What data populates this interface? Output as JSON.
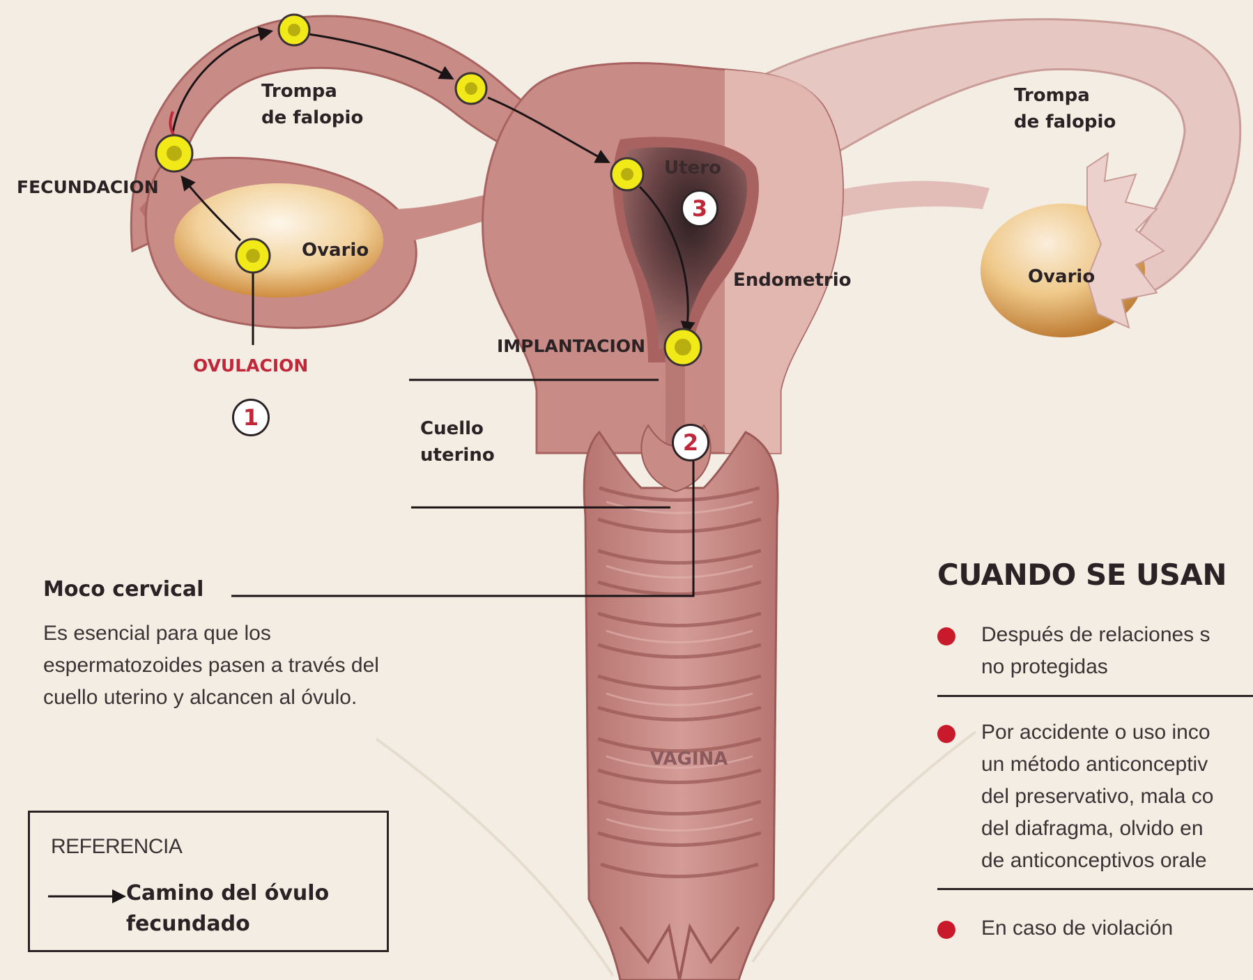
{
  "labels": {
    "fallopian_tube_left": [
      "Trompa",
      "de falopio"
    ],
    "fallopian_tube_right": [
      "Trompa",
      "de falopio"
    ],
    "fertilization": "FECUNDACION",
    "ovary_left": "Ovario",
    "ovary_right": "Ovario",
    "ovulation": "OVULACION",
    "uterus": "Utero",
    "endometrium": "Endometrio",
    "implantation": "IMPLANTACION",
    "cervix": [
      "Cuello",
      "uterino"
    ],
    "vagina": "VAGINA"
  },
  "steps": [
    "1",
    "2",
    "3"
  ],
  "cervical_mucus": {
    "title": "Moco cervical",
    "description": [
      "Es esencial para que los",
      "espermatozoides pasen a través del",
      "cuello uterino y alcancen al óvulo."
    ]
  },
  "legend": {
    "title": "REFERENCIA",
    "item": [
      "Camino del óvulo",
      "fecundado"
    ]
  },
  "when_used": {
    "title": "CUANDO SE USAN",
    "items": [
      [
        "Después de relaciones s",
        "no protegidas"
      ],
      [
        "Por accidente o uso inco",
        "un método anticonceptiv",
        "del preservativo, mala co",
        "del diafragma, olvido en",
        "de anticonceptivos orale"
      ],
      [
        "En caso de violación"
      ]
    ]
  },
  "colors": {
    "background": "#f3ede3",
    "tissue": "#c98b86",
    "tissue_dark": "#a8625f",
    "tissue_light": "#e7c7c2",
    "ovary": "#e8b36a",
    "egg": "#f2ea18",
    "accent_red": "#c0283a",
    "bullet_red": "#c81a2a",
    "text": "#2a2224"
  },
  "icons": [
    "egg-cell-icon",
    "path-arrow-icon",
    "bullet-dot-icon"
  ]
}
